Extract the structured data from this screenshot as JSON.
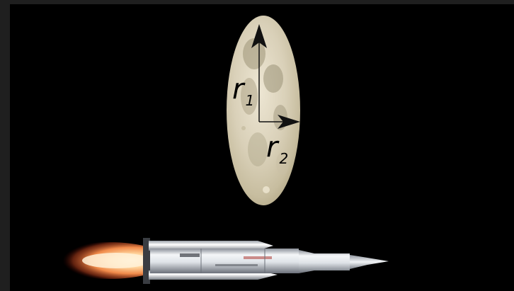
{
  "diagram": {
    "labels": {
      "r1": {
        "main": "r",
        "sub": "1"
      },
      "r2": {
        "main": "r",
        "sub": "2"
      }
    },
    "colors": {
      "background": "#000000",
      "moon_light": "#e4dcc6",
      "moon_dark": "#8f876f",
      "arrow": "#111111",
      "flame": "#ffcf9a",
      "rocket_body": "#e9ecf0"
    },
    "objects": [
      "moon-ellipse",
      "r1-arrow",
      "r2-arrow",
      "rocket",
      "rocket-exhaust-flame"
    ]
  }
}
